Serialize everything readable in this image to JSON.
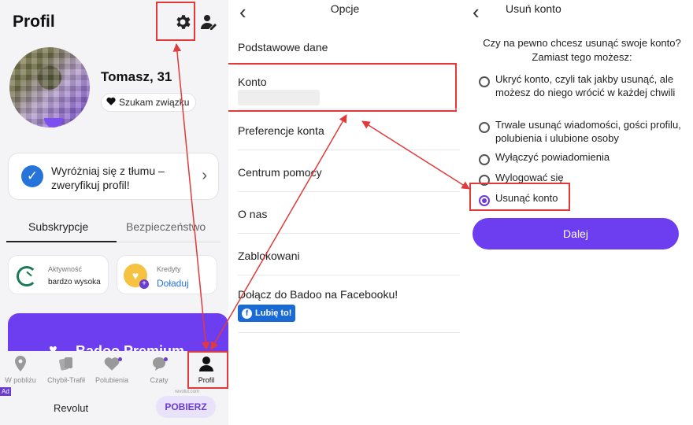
{
  "profile_screen": {
    "title": "Profil",
    "user_name": "Tomasz, 31",
    "seeking_tag": "Szukam związku",
    "verify_text": "Wyróżniaj się z tłumu – zweryfikuj profil!",
    "tabs": [
      "Subskrypcje",
      "Bezpieczeństwo"
    ],
    "active_tab": "Subskrypcje",
    "activity": {
      "label": "Aktywność",
      "value": "bardzo wysoka"
    },
    "credits": {
      "label": "Kredyty",
      "link": "Doładuj"
    },
    "premium_banner": "Badoo Premium",
    "nav": [
      {
        "label": "W pobliżu",
        "icon": "location-pin-icon"
      },
      {
        "label": "Chybił-Trafił",
        "icon": "cards-icon"
      },
      {
        "label": "Polubienia",
        "icon": "heart-icon"
      },
      {
        "label": "Czaty",
        "icon": "chat-icon"
      },
      {
        "label": "Profil",
        "icon": "person-icon"
      }
    ],
    "ad": {
      "badge": "Ad",
      "domain": "revolut.com",
      "name": "Revolut",
      "cta": "POBIERZ"
    }
  },
  "options_screen": {
    "title": "Opcje",
    "items": [
      "Podstawowe dane",
      "Konto",
      "Preferencje konta",
      "Centrum pomocy",
      "O nas",
      "Zablokowani",
      "Dołącz do Badoo na Facebooku!"
    ],
    "fb_button": "Lubię to!"
  },
  "delete_screen": {
    "title": "Usuń konto",
    "question": "Czy na pewno chcesz usunąć swoje konto? Zamiast tego możesz:",
    "options": [
      "Ukryć konto, czyli tak jakby usunąć, ale możesz do niego wrócić w każdej chwili",
      "Trwale usunąć wiadomości, gości profilu, polubienia i ulubione osoby",
      "Wyłączyć powiadomienia",
      "Wylogować się",
      "Usunąć konto"
    ],
    "selected_option": "Usunąć konto",
    "next_button": "Dalej"
  },
  "colors": {
    "accent": "#6d3df0",
    "highlight": "#e03a3a",
    "link": "#2673d9"
  }
}
